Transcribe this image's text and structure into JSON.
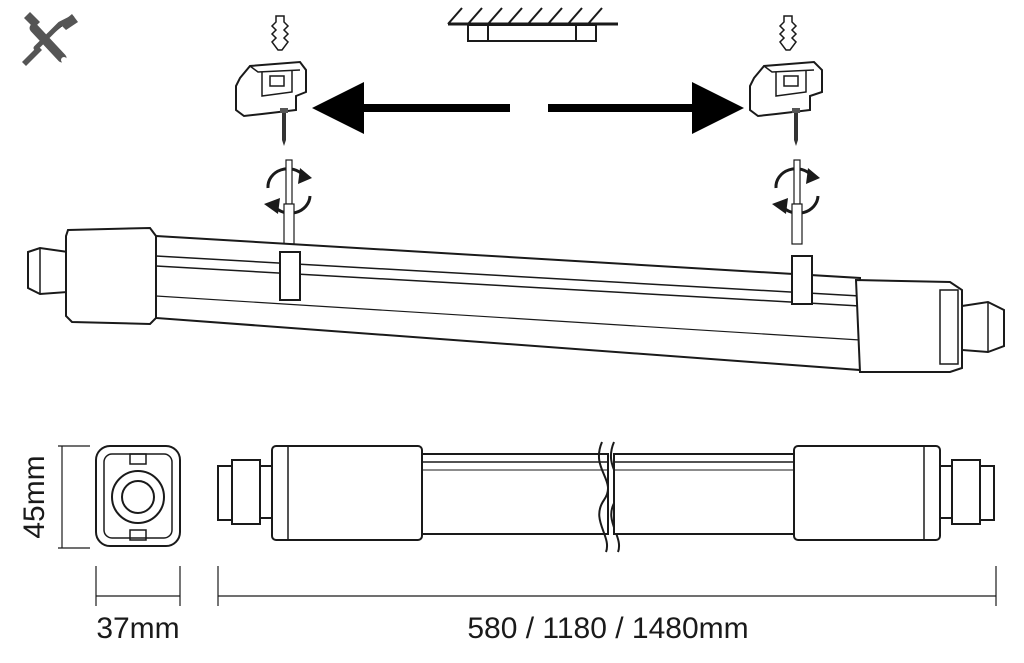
{
  "dimensions": {
    "height": "45mm",
    "width": "37mm",
    "length": "580 / 1180 / 1480mm"
  },
  "icons": {
    "tools": "wrench-screwdriver-icon",
    "rotate": "rotate-arrows-icon",
    "ceiling": "ceiling-mount-icon",
    "arrow_left": "arrow-left-icon",
    "arrow_right": "arrow-right-icon"
  },
  "colors": {
    "tool_accent": "#555555",
    "line": "#1a1a1a"
  }
}
